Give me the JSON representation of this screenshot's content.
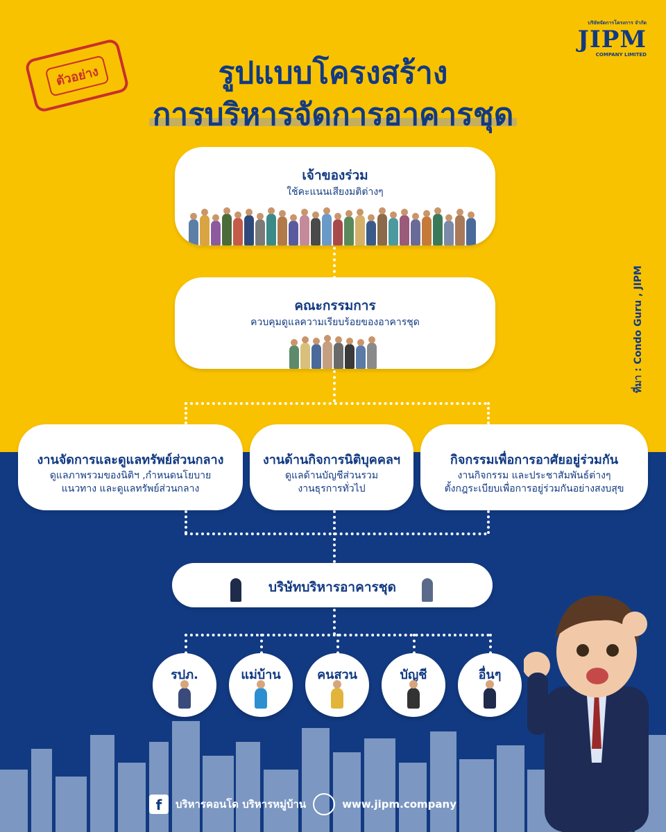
{
  "brand": {
    "logo": "JIPM",
    "logo_sub_th": "บริษัทจัดการโครงการ จำกัด",
    "logo_sub_en": "COMPANY LIMITED"
  },
  "stamp": "ตัวอย่าง",
  "title": {
    "line1": "รูปแบบโครงสร้าง",
    "line2": "การบริหารจัดการอาคารชุด"
  },
  "owners": {
    "title": "เจ้าของร่วม",
    "subtitle": "ใช้คะแนนเสียงมติต่างๆ"
  },
  "committee": {
    "title": "คณะกรรมการ",
    "subtitle": "ควบคุมดูแลความเรียบร้อยของอาคารชุด"
  },
  "functions": [
    {
      "title": "งานจัดการและดูแลทรัพย์ส่วนกลาง",
      "desc1": "ดูแลภาพรวมของนิติฯ ,กำหนดนโยบาย",
      "desc2": "แนวทาง และดูแลทรัพย์ส่วนกลาง"
    },
    {
      "title": "งานด้านกิจการนิติบุคคลฯ",
      "desc1": "ดูแลด้านบัญชีส่วนรวม",
      "desc2": "งานธุรการทั่วไป"
    },
    {
      "title": "กิจกรรมเพื่อการอาศัยอยู่ร่วมกัน",
      "desc1": "งานกิจกรรม และประชาสัมพันธ์ต่างๆ",
      "desc2": "ตั้งกฎระเบียบเพื่อการอยู่ร่วมกันอย่างสงบสุข"
    }
  ],
  "company": {
    "title": "บริษัทบริหารอาคารชุด"
  },
  "staff": [
    {
      "label": "รปภ.",
      "color": "#3A4A7A"
    },
    {
      "label": "แม่บ้าน",
      "color": "#2C8FD0"
    },
    {
      "label": "คนสวน",
      "color": "#E2B43A"
    },
    {
      "label": "บัญชี",
      "color": "#333333"
    },
    {
      "label": "อื่นๆ",
      "color": "#1E2B4A"
    }
  ],
  "source": "ที่มา : Condo Guru , JIPM",
  "footer": {
    "facebook": "บริหารคอนโด บริหารหมู่บ้าน",
    "website": "www.jipm.company"
  },
  "colors": {
    "yellow": "#F9C200",
    "navy": "#123A82",
    "stamp_red": "#C8302E"
  }
}
